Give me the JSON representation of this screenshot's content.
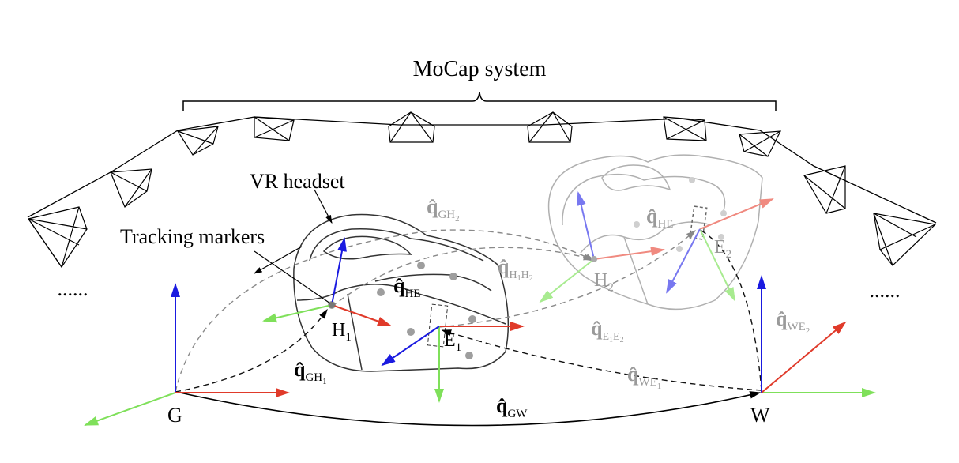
{
  "title": "MoCap system",
  "labels": {
    "vr_headset": "VR headset",
    "tracking_markers": "Tracking markers",
    "ellipsis_left": "......",
    "ellipsis_right": "......",
    "frame_G": "G",
    "frame_W": "W",
    "frame_H1": "H",
    "frame_H1_sub": "1",
    "frame_E1": "E",
    "frame_E1_sub": "1",
    "frame_H2": "H",
    "frame_H2_sub": "2",
    "frame_E2": "E",
    "frame_E2_sub": "2"
  },
  "transforms": {
    "q_symbol": "q̂",
    "gw": "GW",
    "gh1": "GH",
    "gh1_sub": "1",
    "he": "HE",
    "gh2": "GH",
    "gh2_sub": "2",
    "h1h2": "H",
    "h1h2_sub1": "1",
    "h1h2_mid": "H",
    "h1h2_sub2": "2",
    "he2": "HE",
    "e1e2": "E",
    "e1e2_sub1": "1",
    "e1e2_mid": "E",
    "e1e2_sub2": "2",
    "we1": "WE",
    "we1_sub": "1",
    "we2": "WE",
    "we2_sub": "2"
  },
  "colors": {
    "x_axis": "#e03a2a",
    "y_axis": "#7fe05a",
    "z_axis": "#1a1ae0",
    "faded": "#9a9a9a"
  }
}
